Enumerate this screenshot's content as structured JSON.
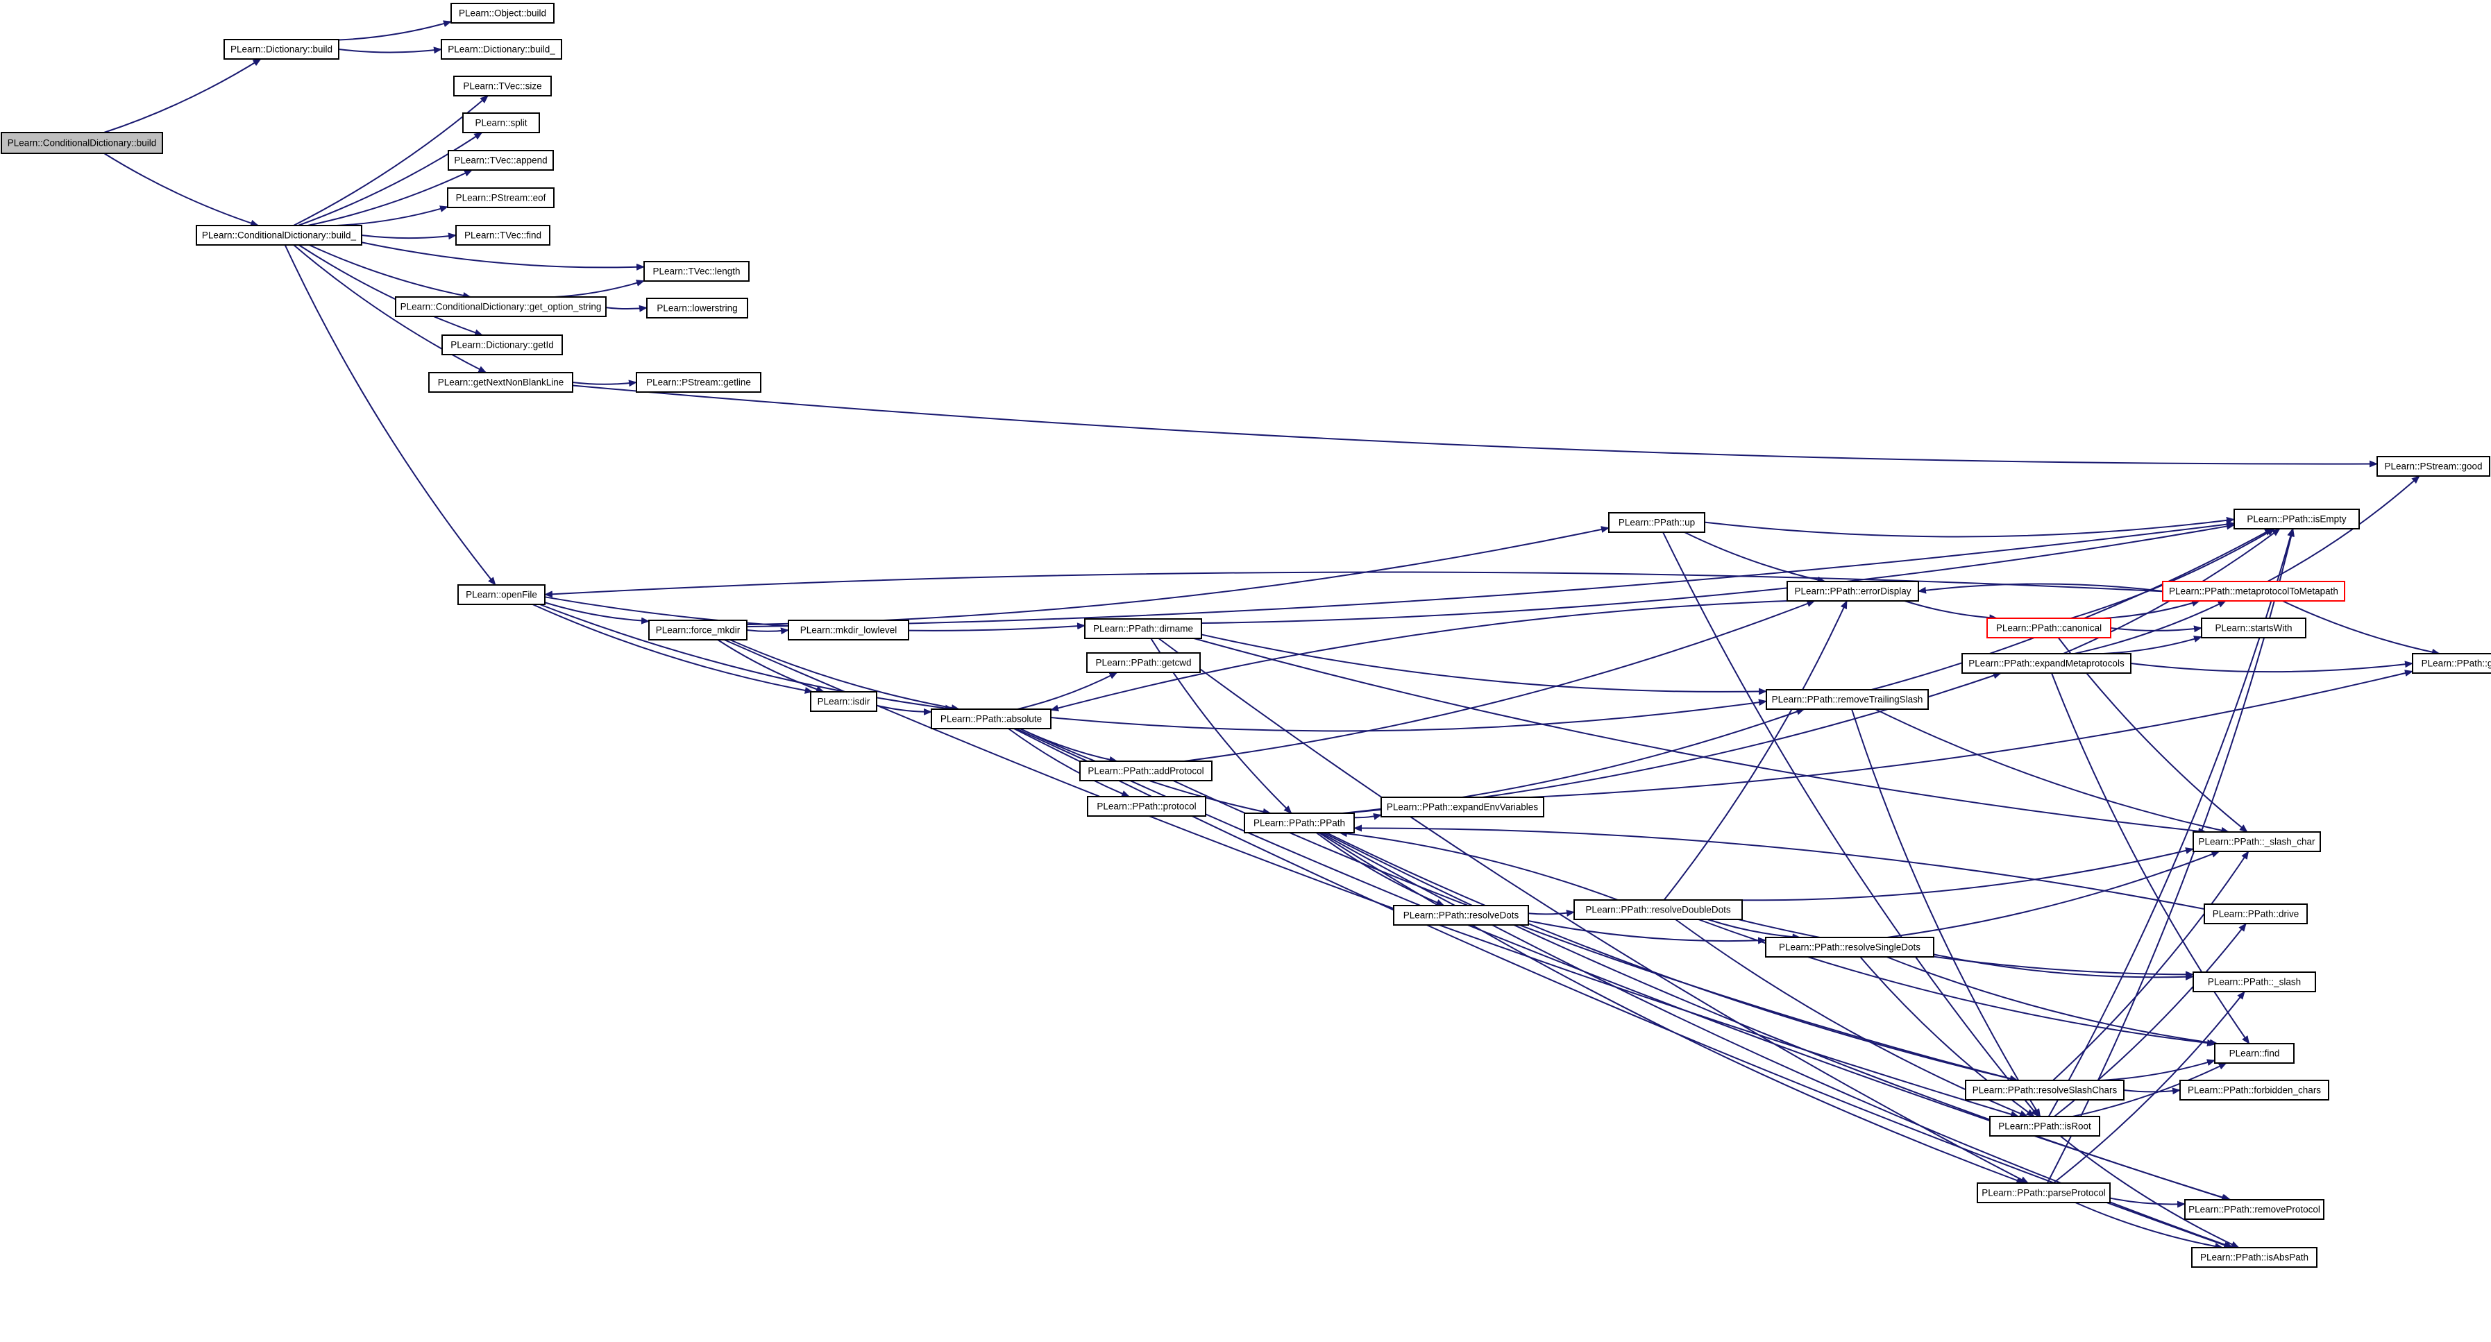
{
  "colors": {
    "edge": "#191970",
    "root_fill": "#bfbfbf",
    "node_fill": "#ffffff",
    "node_border": "#000000",
    "truncated_border": "#ff0000"
  },
  "nodes": [
    {
      "id": "cd_build",
      "label": "PLearn::ConditionalDictionary::build",
      "root": true
    },
    {
      "id": "dict_build",
      "label": "PLearn::Dictionary::build"
    },
    {
      "id": "obj_build",
      "label": "PLearn::Object::build"
    },
    {
      "id": "dict_build_",
      "label": "PLearn::Dictionary::build_"
    },
    {
      "id": "tvec_size",
      "label": "PLearn::TVec::size"
    },
    {
      "id": "split",
      "label": "PLearn::split"
    },
    {
      "id": "tvec_append",
      "label": "PLearn::TVec::append"
    },
    {
      "id": "pstream_eof",
      "label": "PLearn::PStream::eof"
    },
    {
      "id": "cd_build_",
      "label": "PLearn::ConditionalDictionary::build_"
    },
    {
      "id": "tvec_find",
      "label": "PLearn::TVec::find"
    },
    {
      "id": "tvec_length",
      "label": "PLearn::TVec::length"
    },
    {
      "id": "get_option_string",
      "label": "PLearn::ConditionalDictionary::get_option_string"
    },
    {
      "id": "lowerstring",
      "label": "PLearn::lowerstring"
    },
    {
      "id": "dict_getid",
      "label": "PLearn::Dictionary::getId"
    },
    {
      "id": "getnext",
      "label": "PLearn::getNextNonBlankLine"
    },
    {
      "id": "pstream_getline",
      "label": "PLearn::PStream::getline"
    },
    {
      "id": "pstream_good",
      "label": "PLearn::PStream::good"
    },
    {
      "id": "openfile",
      "label": "PLearn::openFile"
    },
    {
      "id": "force_mkdir",
      "label": "PLearn::force_mkdir"
    },
    {
      "id": "mkdir_lowlevel",
      "label": "PLearn::mkdir_lowlevel"
    },
    {
      "id": "isdir",
      "label": "PLearn::isdir"
    },
    {
      "id": "absolute",
      "label": "PLearn::PPath::absolute"
    },
    {
      "id": "dirname",
      "label": "PLearn::PPath::dirname"
    },
    {
      "id": "getcwd",
      "label": "PLearn::PPath::getcwd"
    },
    {
      "id": "addprotocol",
      "label": "PLearn::PPath::addProtocol"
    },
    {
      "id": "protocol",
      "label": "PLearn::PPath::protocol"
    },
    {
      "id": "ppath",
      "label": "PLearn::PPath::PPath"
    },
    {
      "id": "expandenv",
      "label": "PLearn::PPath::expandEnvVariables"
    },
    {
      "id": "resolvedots",
      "label": "PLearn::PPath::resolveDots"
    },
    {
      "id": "resolvedoubledots",
      "label": "PLearn::PPath::resolveDoubleDots"
    },
    {
      "id": "resolvesingledots",
      "label": "PLearn::PPath::resolveSingleDots"
    },
    {
      "id": "up",
      "label": "PLearn::PPath::up"
    },
    {
      "id": "errordisplay",
      "label": "PLearn::PPath::errorDisplay"
    },
    {
      "id": "removetrailing",
      "label": "PLearn::PPath::removeTrailingSlash"
    },
    {
      "id": "canonical",
      "label": "PLearn::PPath::canonical",
      "truncated": true
    },
    {
      "id": "expandmeta",
      "label": "PLearn::PPath::expandMetaprotocols"
    },
    {
      "id": "metatometa",
      "label": "PLearn::PPath::metaprotocolToMetapath",
      "truncated": true
    },
    {
      "id": "isempty",
      "label": "PLearn::PPath::isEmpty"
    },
    {
      "id": "startswith",
      "label": "PLearn::startsWith"
    },
    {
      "id": "getenv",
      "label": "PLearn::PPath::getenv"
    },
    {
      "id": "slash_char",
      "label": "PLearn::PPath::_slash_char"
    },
    {
      "id": "drive",
      "label": "PLearn::PPath::drive"
    },
    {
      "id": "slash",
      "label": "PLearn::PPath::_slash"
    },
    {
      "id": "find",
      "label": "PLearn::find"
    },
    {
      "id": "resolveslash",
      "label": "PLearn::PPath::resolveSlashChars"
    },
    {
      "id": "forbidden",
      "label": "PLearn::PPath::forbidden_chars"
    },
    {
      "id": "isroot",
      "label": "PLearn::PPath::isRoot"
    },
    {
      "id": "parseprotocol",
      "label": "PLearn::PPath::parseProtocol"
    },
    {
      "id": "removeprotocol",
      "label": "PLearn::PPath::removeProtocol"
    },
    {
      "id": "isabspath",
      "label": "PLearn::PPath::isAbsPath"
    }
  ]
}
